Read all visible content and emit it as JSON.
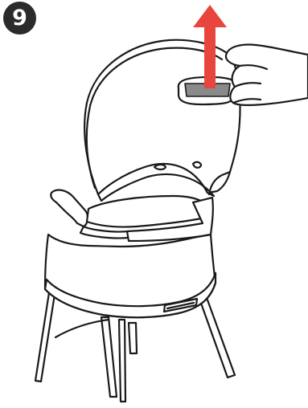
{
  "step": {
    "number": "9"
  },
  "illustration": {
    "subject": "high-chair",
    "action": "lift-backrest",
    "arrow_icon": "up-arrow-icon",
    "colors": {
      "arrow": "#e8453c",
      "line": "#1a1a1a",
      "badge": "#2b2b2b",
      "fill": "#ffffff"
    }
  }
}
